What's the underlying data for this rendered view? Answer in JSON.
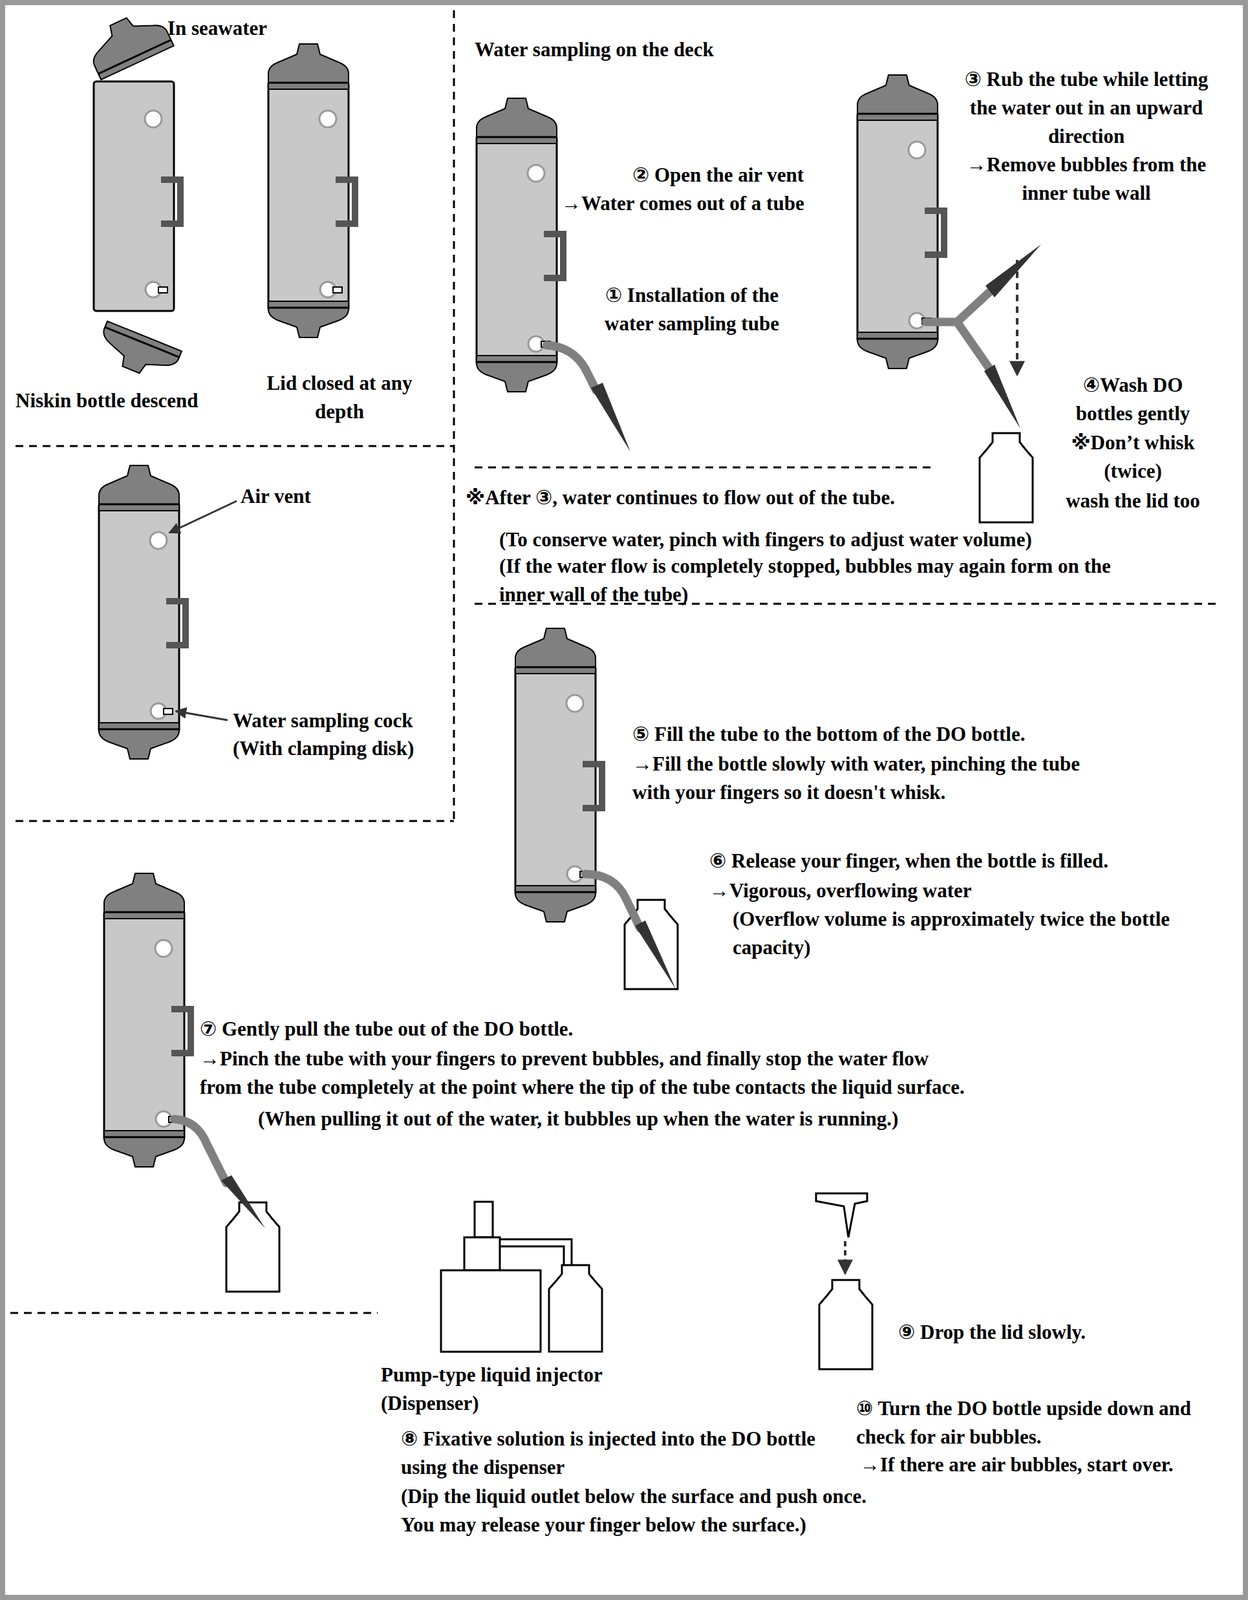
{
  "diagram": {
    "labels": [
      "In seawater",
      "Niskin bottle descend",
      "Lid closed at any depth",
      "Water sampling on the deck",
      "Air vent",
      "Water sampling cock",
      "(With clamping disk)",
      "② Open the air vent",
      "→Water comes out of a tube",
      "① Installation of the water sampling tube",
      "③ Rub the tube while letting the water out in an upward direction",
      "→Remove bubbles from the inner tube wall",
      "④Wash DO bottles gently",
      "※Don’t whisk (twice)",
      "wash the lid too",
      "※After ③, water continues to flow out of the tube.",
      "(To conserve water, pinch with fingers to adjust water volume)",
      "(If the water flow is completely stopped, bubbles may again form on the inner wall of the tube)",
      "⑤ Fill the tube to the bottom of the DO bottle.",
      "→Fill the bottle slowly with water, pinching the tube with your fingers so it doesn't whisk.",
      "⑥ Release your finger, when the bottle is filled.",
      "→Vigorous, overflowing water",
      "(Overflow volume is approximately twice the bottle capacity)",
      "⑦ Gently pull the tube out of the DO bottle.",
      "→Pinch the tube with your fingers to prevent bubbles, and finally stop the water flow",
      "from the tube completely at the point where the tip of the tube contacts the liquid surface.",
      "(When pulling it out of the water, it bubbles up when the water is running.)",
      "Pump-type liquid injector",
      "(Dispenser)",
      "⑧ Fixative solution is injected into the DO bottle using the dispenser",
      "(Dip the liquid outlet below the surface and push once. You may release your finger below the surface.)",
      "⑨ Drop the lid slowly.",
      "⑩ Turn the DO bottle upside down and check for air bubbles.",
      "→If there are air bubbles, start over."
    ]
  }
}
